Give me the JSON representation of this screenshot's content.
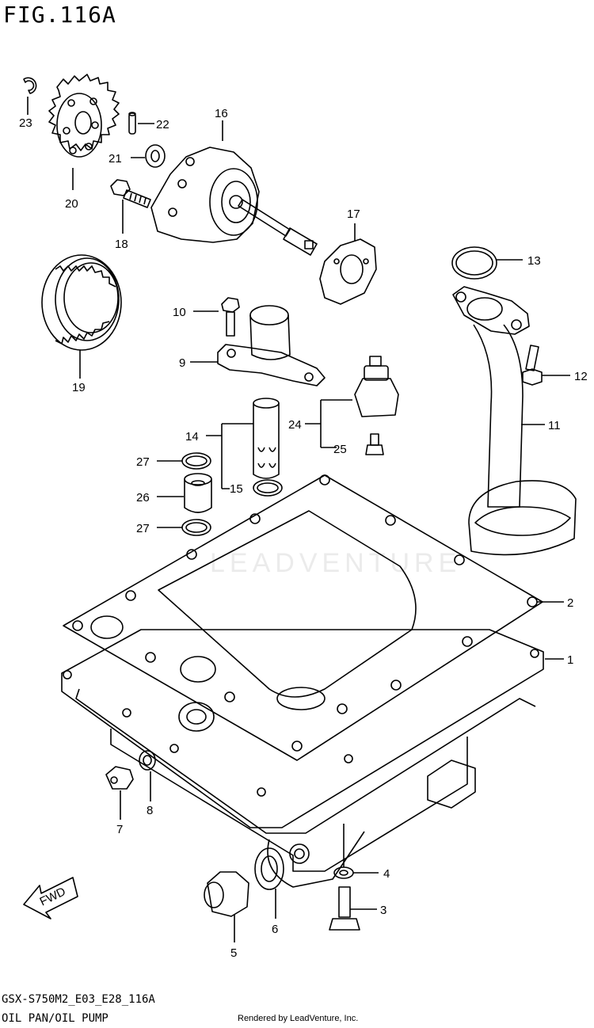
{
  "figure": {
    "title": "FIG.116A",
    "model_code": "GSX-S750M2_E03_E28_116A",
    "section_name": "OIL PAN/OIL PUMP",
    "render_credit": "Rendered by LeadVenture, Inc.",
    "watermark": "LEADVENTURE"
  },
  "callouts": {
    "c1": "1",
    "c2": "2",
    "c3": "3",
    "c4": "4",
    "c5": "5",
    "c6": "6",
    "c7": "7",
    "c8": "8",
    "c9": "9",
    "c10": "10",
    "c11": "11",
    "c12": "12",
    "c13": "13",
    "c14": "14",
    "c15": "15",
    "c16": "16",
    "c17": "17",
    "c18": "18",
    "c19": "19",
    "c20": "20",
    "c21": "21",
    "c22": "22",
    "c23": "23",
    "c24": "24",
    "c25": "25",
    "c26": "26",
    "c27a": "27",
    "c27b": "27"
  },
  "fwd_arrow": {
    "label": "FWD",
    "icon": "fwd-arrow-icon"
  }
}
